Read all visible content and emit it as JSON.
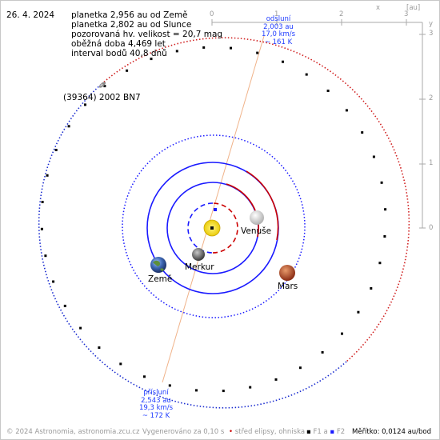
{
  "date": "26. 4. 2024",
  "info": {
    "earth_dist": "planetka 2,956 au od Země",
    "sun_dist": "planetka 2,802 au od Slunce",
    "magnitude": "pozorovaná hv. velikost = 20,7 mag",
    "period": "oběžná doba 4,469 let",
    "interval": "interval bodů 40,8 dnů"
  },
  "asteroid_name": "(39364) 2002 BN7",
  "planets": {
    "earth": "Země",
    "mercury": "Merkur",
    "venus": "Venuše",
    "mars": "Mars"
  },
  "aphelion": {
    "label": "odsluní",
    "distance": "2,003 au",
    "speed": "17,0 km/s",
    "temp": "~ 161 K"
  },
  "perihelion": {
    "label": "přísluní",
    "distance": "2,543 au",
    "speed": "19,3 km/s",
    "temp": "~ 172 K"
  },
  "axis": {
    "unit": "[au]",
    "x_name": "x",
    "y_name": "y",
    "x_ticks": [
      "0",
      "1",
      "2",
      "3"
    ],
    "y_ticks": [
      "0",
      "1",
      "2",
      "3"
    ]
  },
  "footer": {
    "copyright": "© 2024 Astronomia, astronomia.zcu.cz",
    "generated": "Vygenerováno za 0,10 s",
    "ellipse_center": "střed elipsy, ohniska",
    "f1": "F1 a",
    "f2": "F2",
    "scale": "Měřítko: 0,0124 au/bod"
  },
  "colors": {
    "sun": "#f5e60f",
    "orbit_blue": "#1a1aff",
    "orbit_red": "#cc0000",
    "asteroid_near_side": "#1a2ccf",
    "asteroid_far_side": "#d02020",
    "apsis_line": "#f0b38a",
    "mars": "#c0502a",
    "venus": "#e4e4e4",
    "mercury": "#777777",
    "earth": "#2a4f9a"
  }
}
